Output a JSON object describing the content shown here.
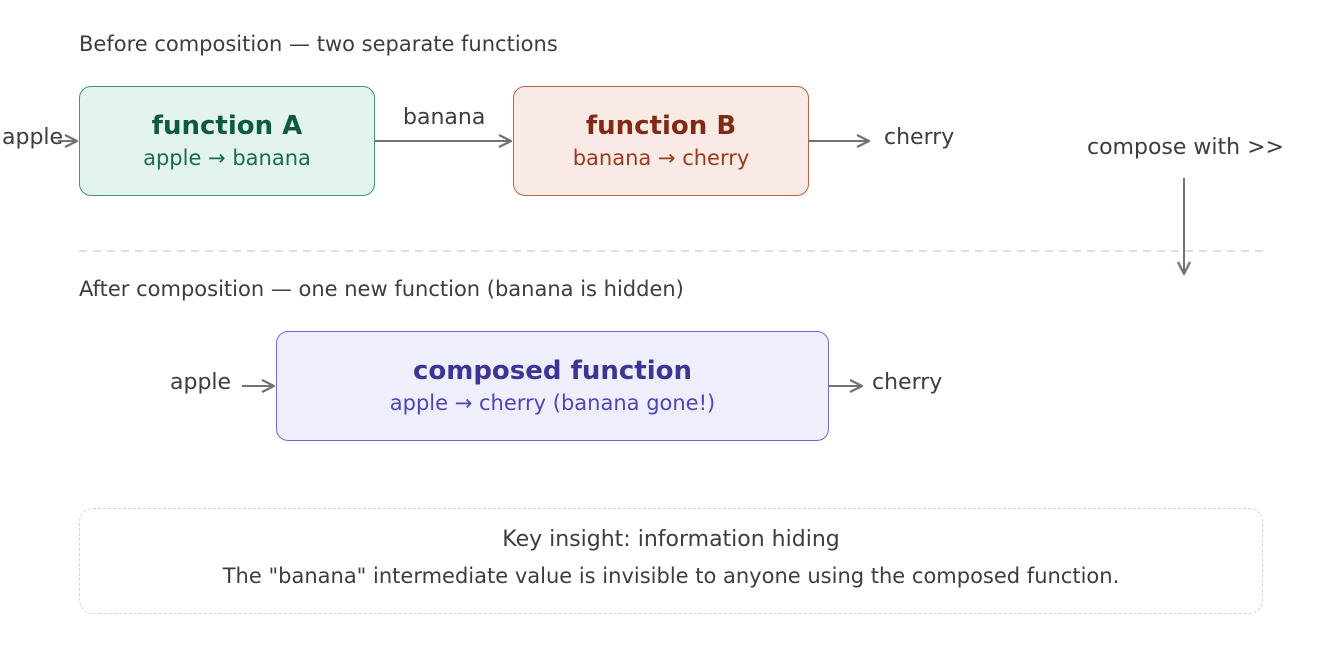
{
  "before": {
    "title": "Before composition — two separate functions",
    "input_label": "apple",
    "mid_label": "banana",
    "output_label": "cherry",
    "function_a": {
      "name": "function A",
      "signature": "apple → banana"
    },
    "function_b": {
      "name": "function B",
      "signature": "banana → cherry"
    }
  },
  "compose_label": "compose with >>",
  "after": {
    "title": "After composition — one new function (banana is hidden)",
    "input_label": "apple",
    "output_label": "cherry",
    "composed": {
      "name": "composed function",
      "signature": "apple → cherry (banana gone!)"
    }
  },
  "insight": {
    "heading": "Key insight: information hiding",
    "body": "The \"banana\" intermediate value is invisible to anyone using the composed function."
  },
  "colors": {
    "function_a_fill": "#e2f4ec",
    "function_b_fill": "#faeae5",
    "composed_fill": "#eeeefc",
    "arrow": "#73726c"
  }
}
